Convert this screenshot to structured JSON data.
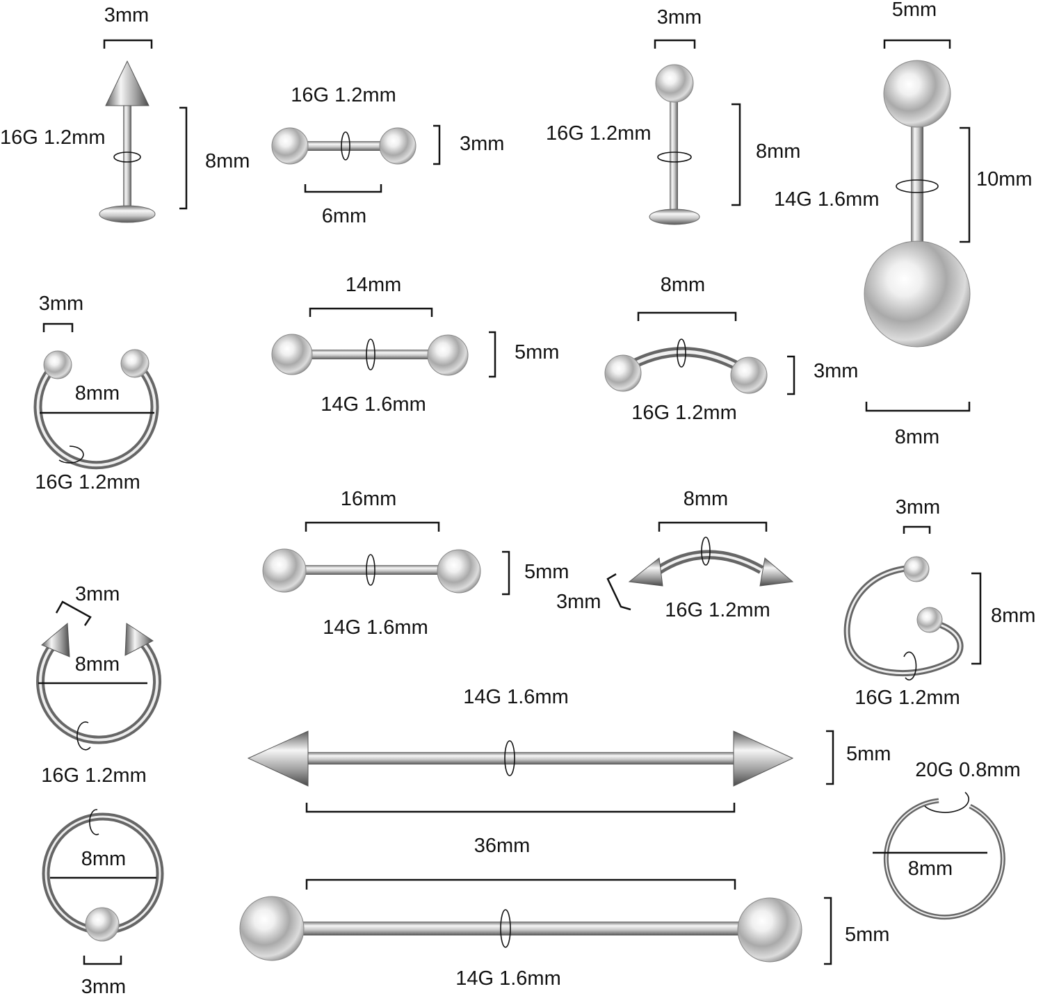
{
  "colors": {
    "metal_light": "#f4f4f4",
    "metal_mid": "#b9b9b9",
    "metal_dark": "#4a4a4a",
    "ink": "#111111"
  },
  "items": {
    "spike_labret": {
      "top_size": "3mm",
      "gauge": "16G 1.2mm",
      "length": "8mm"
    },
    "short_barbell": {
      "gauge": "16G 1.2mm",
      "ball_size": "3mm",
      "length": "6mm"
    },
    "ball_labret": {
      "top_size": "3mm",
      "gauge": "16G 1.2mm",
      "length": "8mm"
    },
    "belly_ring": {
      "top_size": "5mm",
      "length": "10mm",
      "gauge": "14G 1.6mm",
      "bottom_size": "8mm"
    },
    "horseshoe_ball": {
      "ball_size": "3mm",
      "diameter": "8mm",
      "gauge": "16G 1.2mm"
    },
    "barbell_14mm": {
      "length": "14mm",
      "ball_size": "5mm",
      "gauge": "14G 1.6mm"
    },
    "curved_ball": {
      "length": "8mm",
      "ball_size": "3mm",
      "gauge": "16G 1.2mm"
    },
    "barbell_16mm": {
      "length": "16mm",
      "ball_size": "5mm",
      "gauge": "14G 1.6mm"
    },
    "curved_spike": {
      "length": "8mm",
      "spike_size": "3mm",
      "gauge": "16G 1.2mm"
    },
    "spiral_twist": {
      "ball_size": "3mm",
      "diameter": "8mm",
      "gauge": "16G 1.2mm"
    },
    "horseshoe_spike": {
      "spike_size": "3mm",
      "diameter": "8mm",
      "gauge": "16G 1.2mm"
    },
    "industrial_spike": {
      "gauge": "14G 1.6mm",
      "end_size": "5mm",
      "length": "36mm"
    },
    "captive_bead_ring": {
      "diameter": "8mm",
      "bead_size": "3mm"
    },
    "hoop_ring": {
      "gauge": "20G 0.8mm",
      "diameter": "8mm"
    },
    "industrial_ball": {
      "end_size": "5mm",
      "gauge": "14G 1.6mm"
    }
  }
}
